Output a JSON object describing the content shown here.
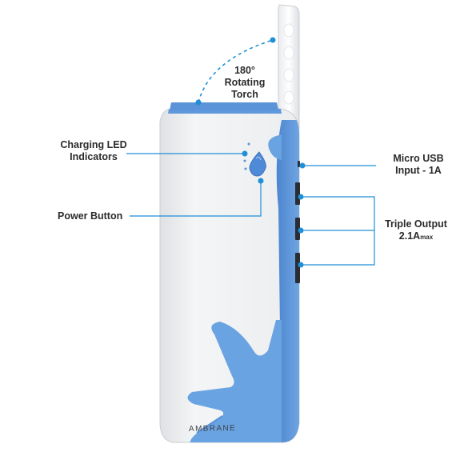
{
  "brand": "AMBRANE",
  "colors": {
    "body": "#f1f2f3",
    "accent": "#5f98dc",
    "callout": "#1f8fd6",
    "port": "#2a2d33"
  },
  "labels": {
    "torch": {
      "line1": "180°",
      "line2": "Rotating",
      "line3": "Torch"
    },
    "led": {
      "line1": "Charging LED",
      "line2": "Indicators"
    },
    "power": {
      "line1": "Power Button"
    },
    "usb": {
      "line1": "Micro USB",
      "line2": "Input - 1A"
    },
    "output": {
      "line1": "Triple Output",
      "line2": "2.1A",
      "line2_sub": "max"
    }
  }
}
